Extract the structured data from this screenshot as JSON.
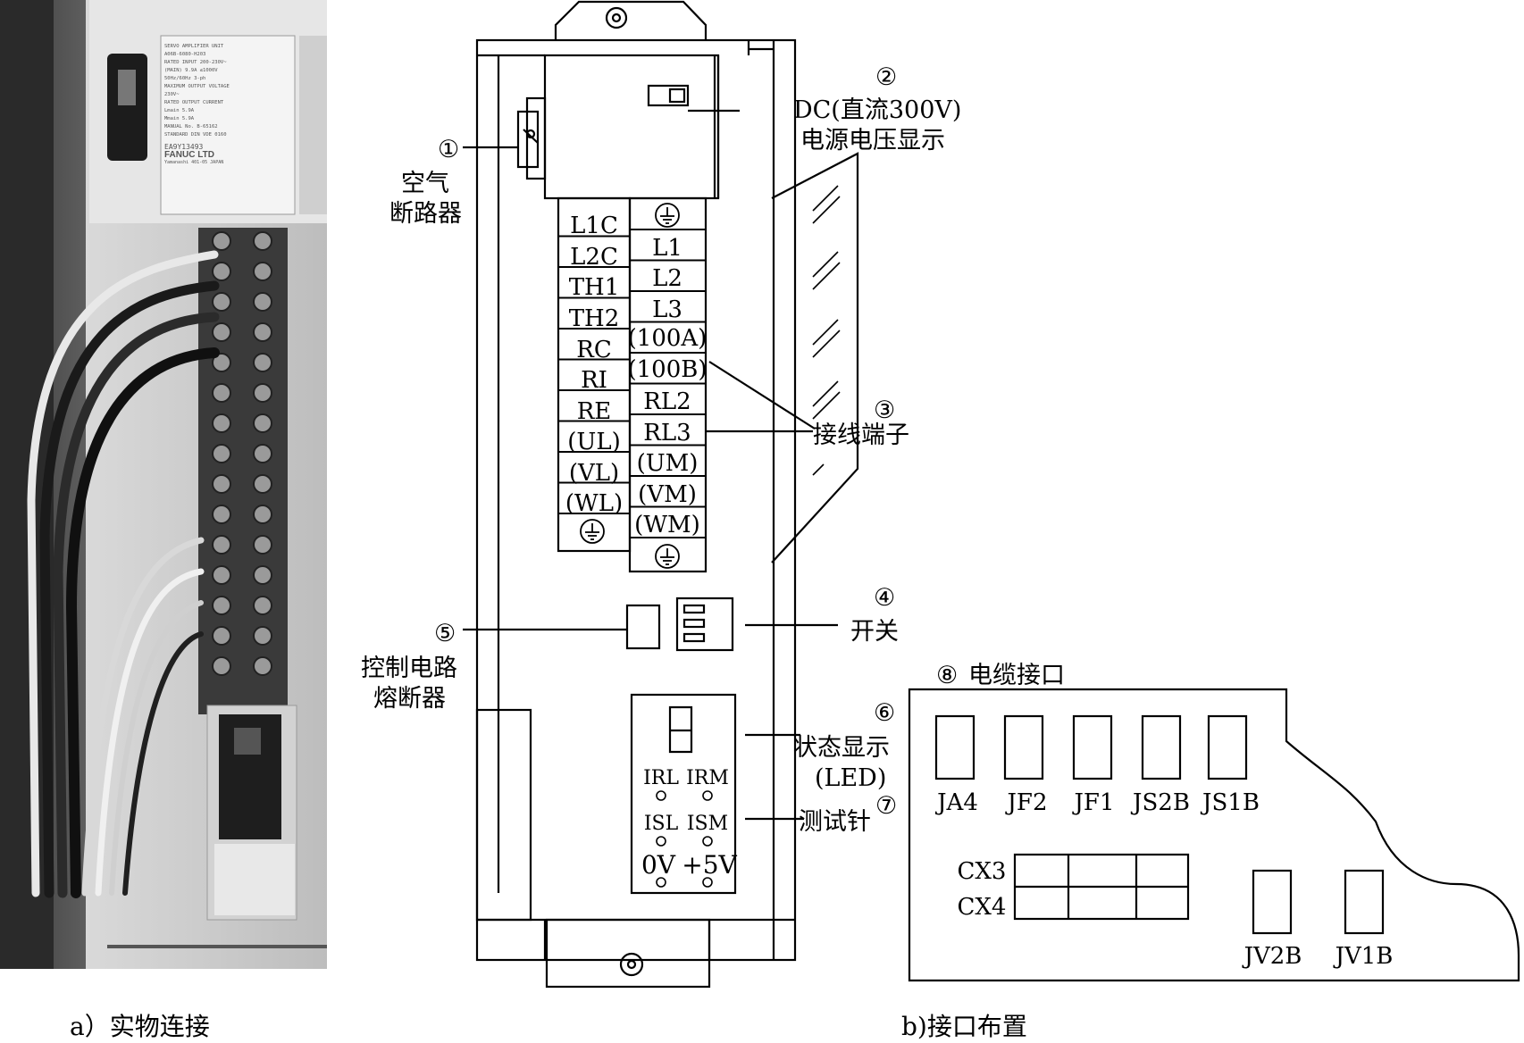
{
  "captions": {
    "left": "a）实物连接",
    "right": "b)接口布置"
  },
  "photo": {
    "nameplate_lines": [
      "SERVO AMPLIFIER UNIT",
      "A06B-6080-H203",
      "RATED INPUT 200-230V~",
      "(MAIN) 9.9A  ≤1000V",
      "50Hz/60Hz 3-ph",
      "MAXIMUM OUTPUT VOLTAGE",
      "230V~",
      "RATED OUTPUT CURRENT",
      "Lmain 5.9A",
      "Mmain 5.9A",
      "MANUAL No.  B-65162",
      "STANDARD  DIN VDE 0160"
    ],
    "serial": "EA9Y13493",
    "brand": "FANUC LTD",
    "brand_sub": "Yamanashi 401-05 JAPAN"
  },
  "terminals": {
    "left": [
      "L1C",
      "L2C",
      "TH1",
      "TH2",
      "RC",
      "RI",
      "RE",
      "(UL)",
      "(VL)",
      "(WL)"
    ],
    "right": [
      "L1",
      "L2",
      "L3",
      "(100A)",
      "(100B)",
      "RL2",
      "RL3",
      "(UM)",
      "(VM)",
      "(WM)"
    ]
  },
  "callouts": {
    "c1_num": "①",
    "c1_label_1": "空气",
    "c1_label_2": "断路器",
    "c2_num": "②",
    "c2_label_1": "DC(直流300V)",
    "c2_label_2": "电源电压显示",
    "c3_num": "③",
    "c3_label": "接线端子",
    "c4_num": "④",
    "c4_label": "开关",
    "c5_num": "⑤",
    "c5_label_1": "控制电路",
    "c5_label_2": "熔断器",
    "c6_num": "⑥",
    "c6_label_1": "状态显示",
    "c6_label_2": "(LED)",
    "c7_num": "⑦",
    "c7_label": "测试针",
    "c8_num": "⑧",
    "c8_label": "电缆接口"
  },
  "test_pins": {
    "row1": [
      "IRL",
      "IRM"
    ],
    "row2": [
      "ISL",
      "ISM"
    ],
    "row3": [
      "0V",
      "+5V"
    ]
  },
  "connectors": {
    "top": [
      "JA4",
      "JF2",
      "JF1",
      "JS2B",
      "JS1B"
    ],
    "cx": [
      "CX3",
      "CX4"
    ],
    "bottom": [
      "JV2B",
      "JV1B"
    ]
  }
}
